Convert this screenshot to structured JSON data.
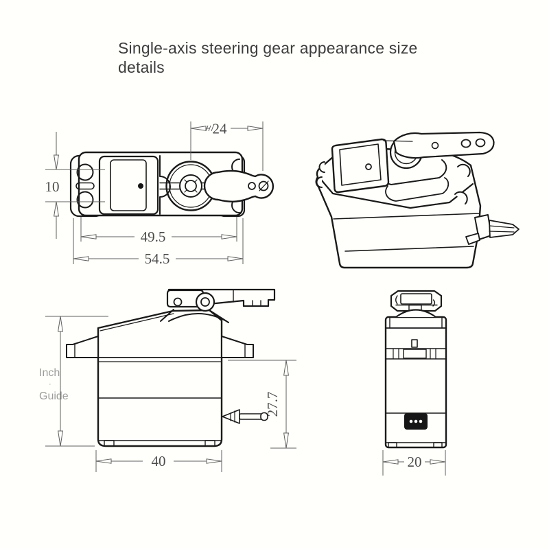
{
  "title": "Single-axis steering gear appearance size details",
  "watermark": {
    "word1": "Inch",
    "dot": "·",
    "word2": "Guide"
  },
  "drawing": {
    "views": {
      "top": {
        "dims": {
          "horn_span": "24",
          "hole_spacing": "10",
          "inner_width": "49.5",
          "overall_width": "54.5"
        }
      },
      "side": {
        "dims": {
          "length": "40",
          "height": "27.7"
        }
      },
      "end": {
        "dims": {
          "width": "20"
        }
      }
    }
  }
}
